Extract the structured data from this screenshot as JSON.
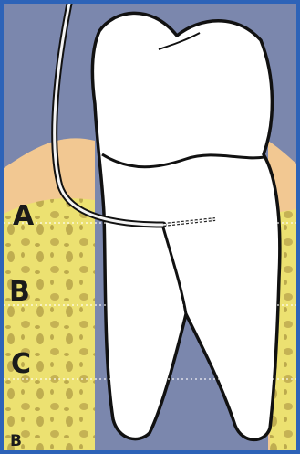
{
  "labels": {
    "a": "A",
    "b": "B",
    "c": "C",
    "b_small": "B"
  },
  "colors": {
    "frame": "#2d63b8",
    "background": "#7b87ad",
    "gingiva": "#f2c892",
    "bone": "#ece171",
    "bone_pore": "#b8a34a",
    "tooth": "#ffffff",
    "outline": "#111111",
    "level_line": "#ffffff"
  },
  "icons": {
    "instrument": "periodontal-probe-icon"
  }
}
